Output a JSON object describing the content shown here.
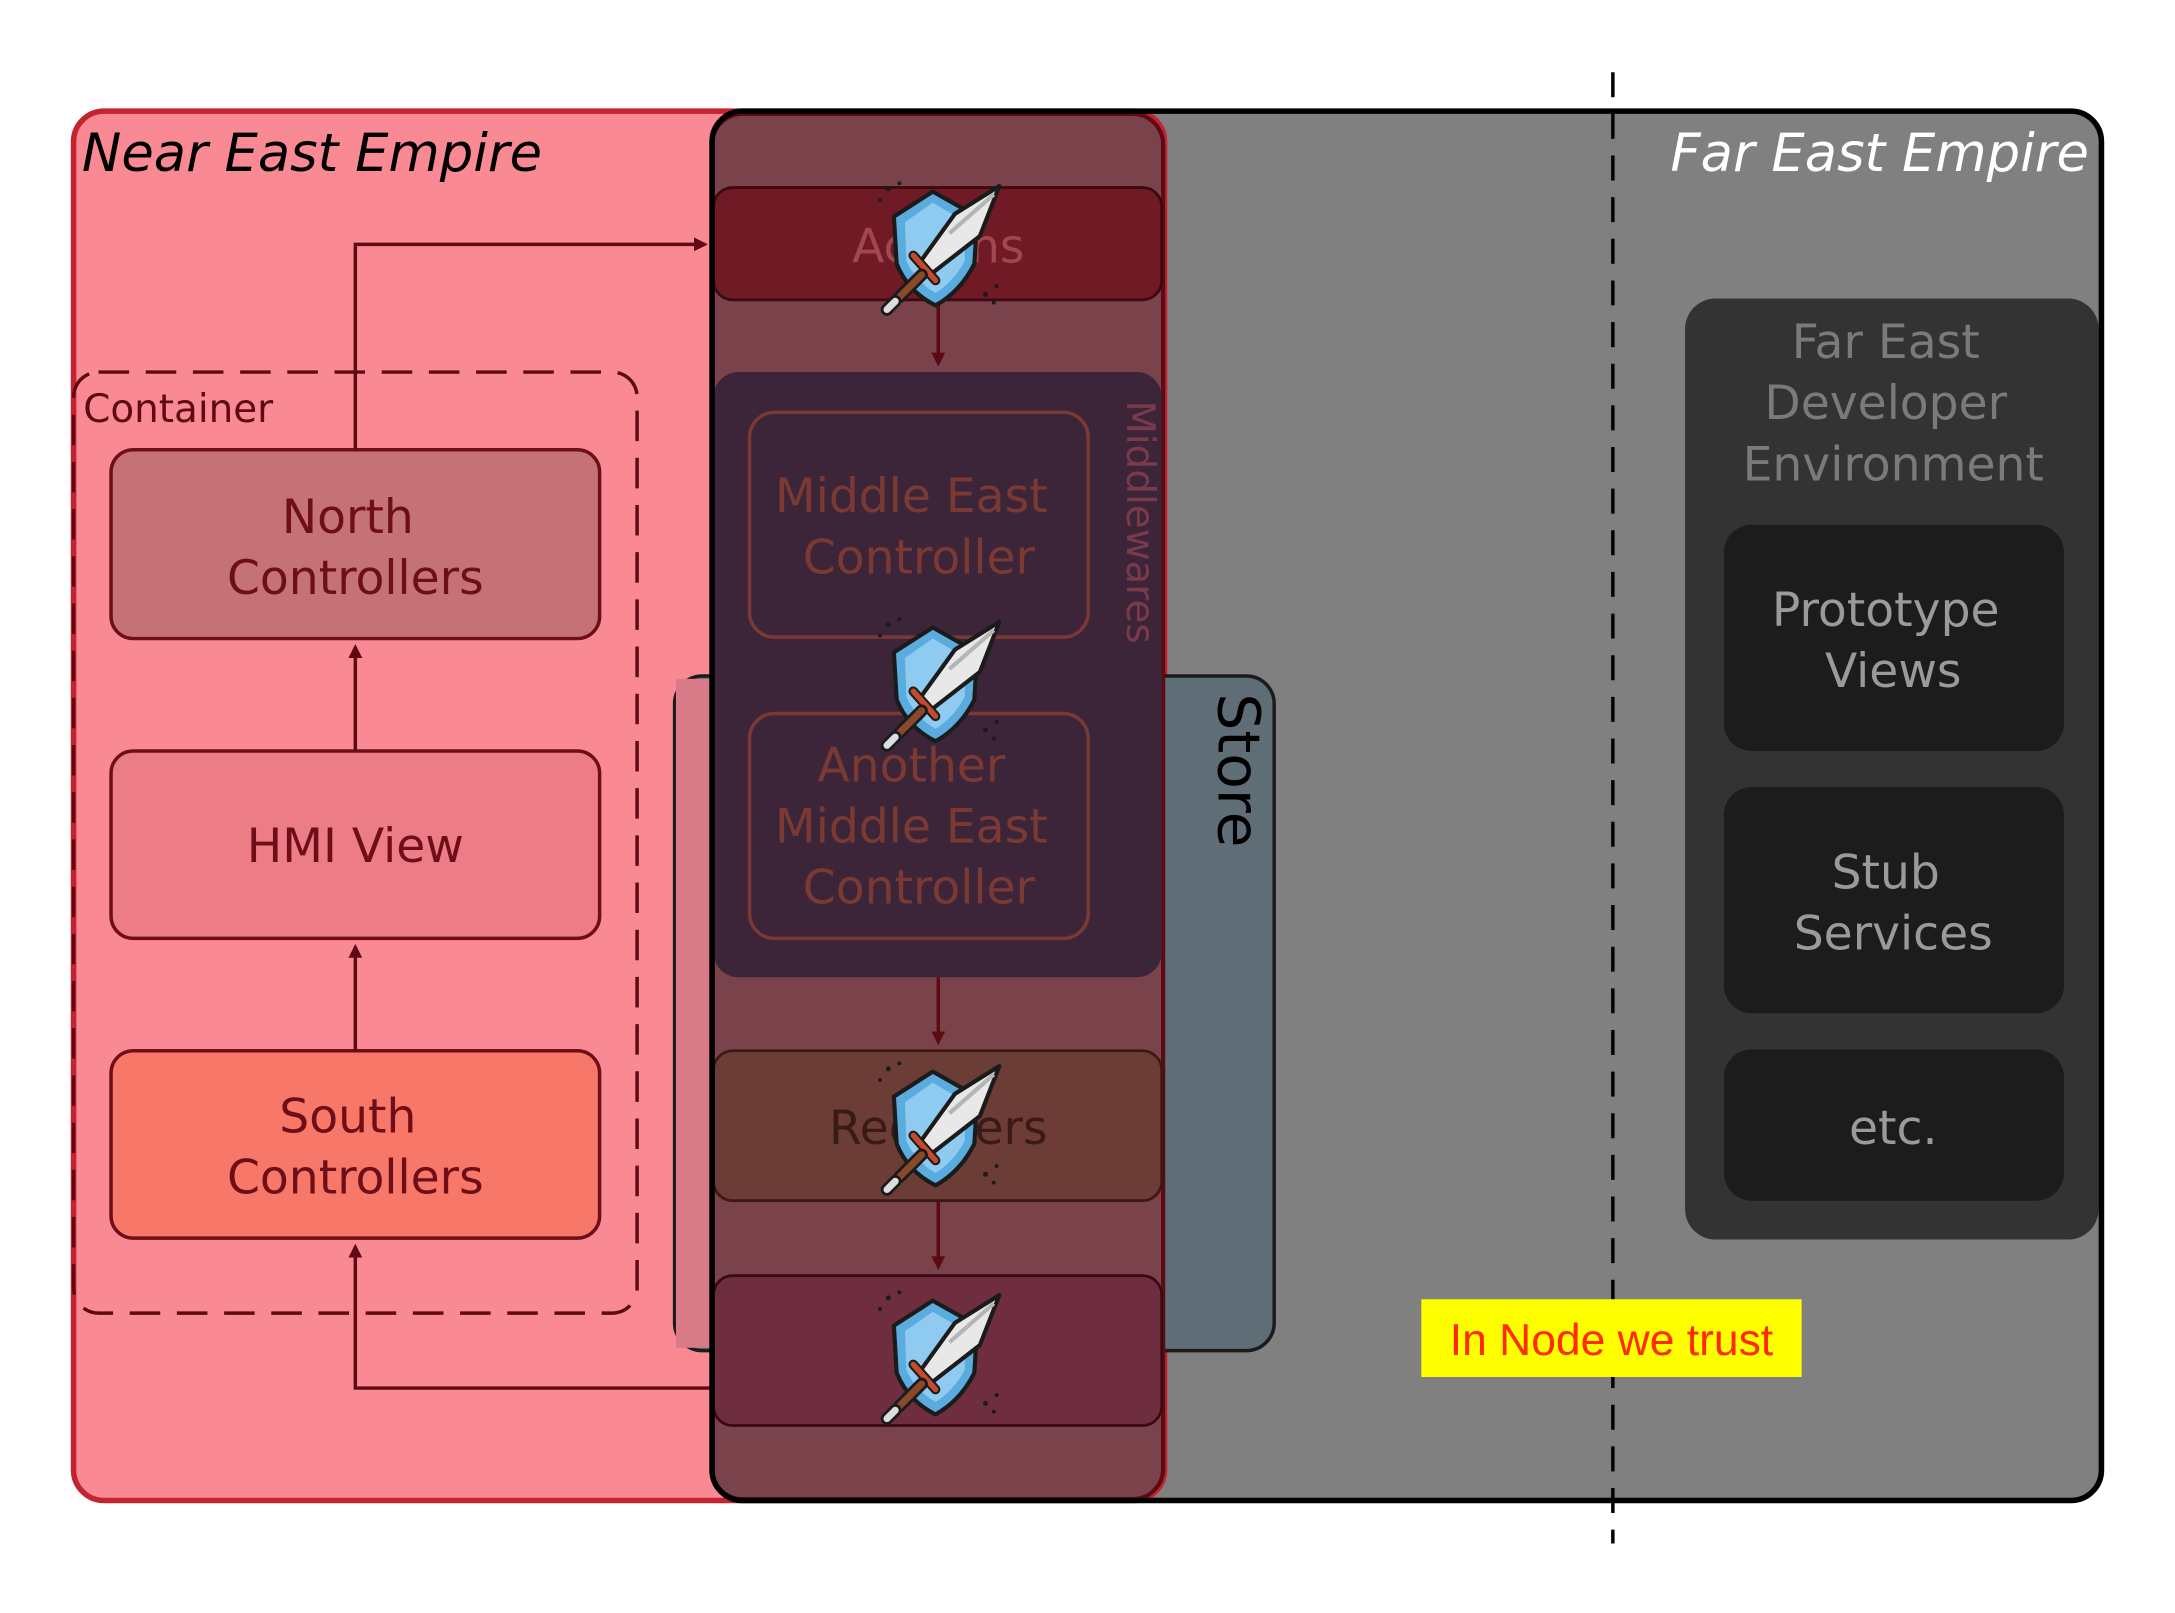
{
  "regions": {
    "near_east": {
      "title": "Near East Empire"
    },
    "far_east": {
      "title": "Far East Empire"
    }
  },
  "container": {
    "label": "Container",
    "boxes": {
      "north": {
        "line1": "North",
        "line2": "Controllers"
      },
      "hmi": {
        "label": "HMI View"
      },
      "south": {
        "line1": "South",
        "line2": "Controllers"
      }
    }
  },
  "redux": {
    "actions_label": "Actions",
    "middlewares_label": "Middlewares",
    "middle_east_controller": {
      "line1": "Middle East",
      "line2": "Controller"
    },
    "another_controller": {
      "line1": "Another",
      "line2": "Middle East",
      "line3": "Controller"
    },
    "reducers_label": "Reducers",
    "store_label": "Store"
  },
  "far_east_dev": {
    "title_line1": "Far East",
    "title_line2": "Developer",
    "title_line3": "Environment",
    "prototype": {
      "line1": "Prototype",
      "line2": "Views"
    },
    "stub": {
      "line1": "Stub",
      "line2": "Services"
    },
    "etc": {
      "label": "etc."
    }
  },
  "note": {
    "text": "In Node we trust"
  },
  "icons": [
    "shield-sword-icon",
    "shield-sword-icon",
    "shield-sword-icon",
    "shield-sword-icon"
  ],
  "colors": {
    "near_east_fill": "#f98a94",
    "near_east_border": "#c4242f",
    "far_east_fill": "#808080",
    "dark_arrow": "#5e0a12",
    "note_bg": "#ffff00",
    "note_text": "#ff2a00"
  }
}
